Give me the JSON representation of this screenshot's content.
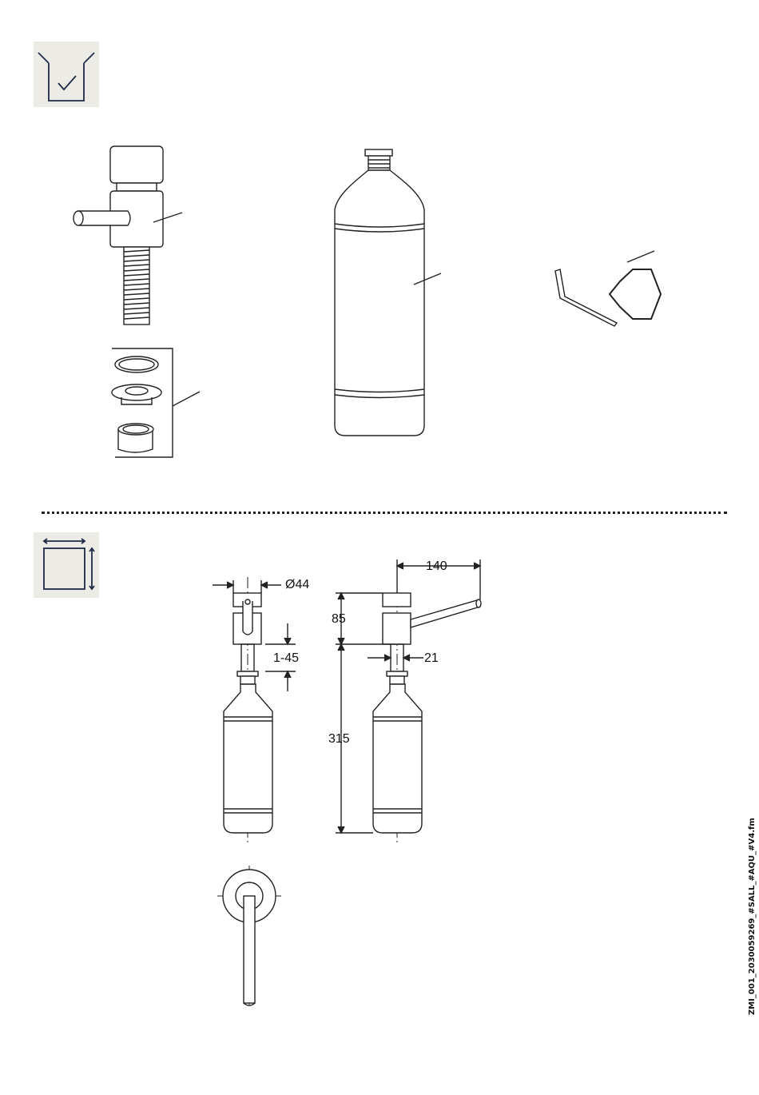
{
  "icons": {
    "scope_of_delivery": "box-check-icon",
    "dimensions": "dimensions-square-icon"
  },
  "parts": {
    "dispenser": "soap-dispenser-head-icon",
    "seals": "seal-set-icon",
    "bottle": "bottle-icon",
    "hex_key": "hex-key-icon"
  },
  "dimensions": {
    "diameter": "Ø44",
    "width": "140",
    "head_height": "85",
    "clamp_range": "1-45",
    "spout_offset": "21",
    "total_height": "315"
  },
  "document_code": "ZMI_001_2030059269_#SALL_#AQU_#V4.fm",
  "colors": {
    "icon_background": "#ecebe6",
    "line": "#222222",
    "icon_stroke": "#1f2a44"
  }
}
